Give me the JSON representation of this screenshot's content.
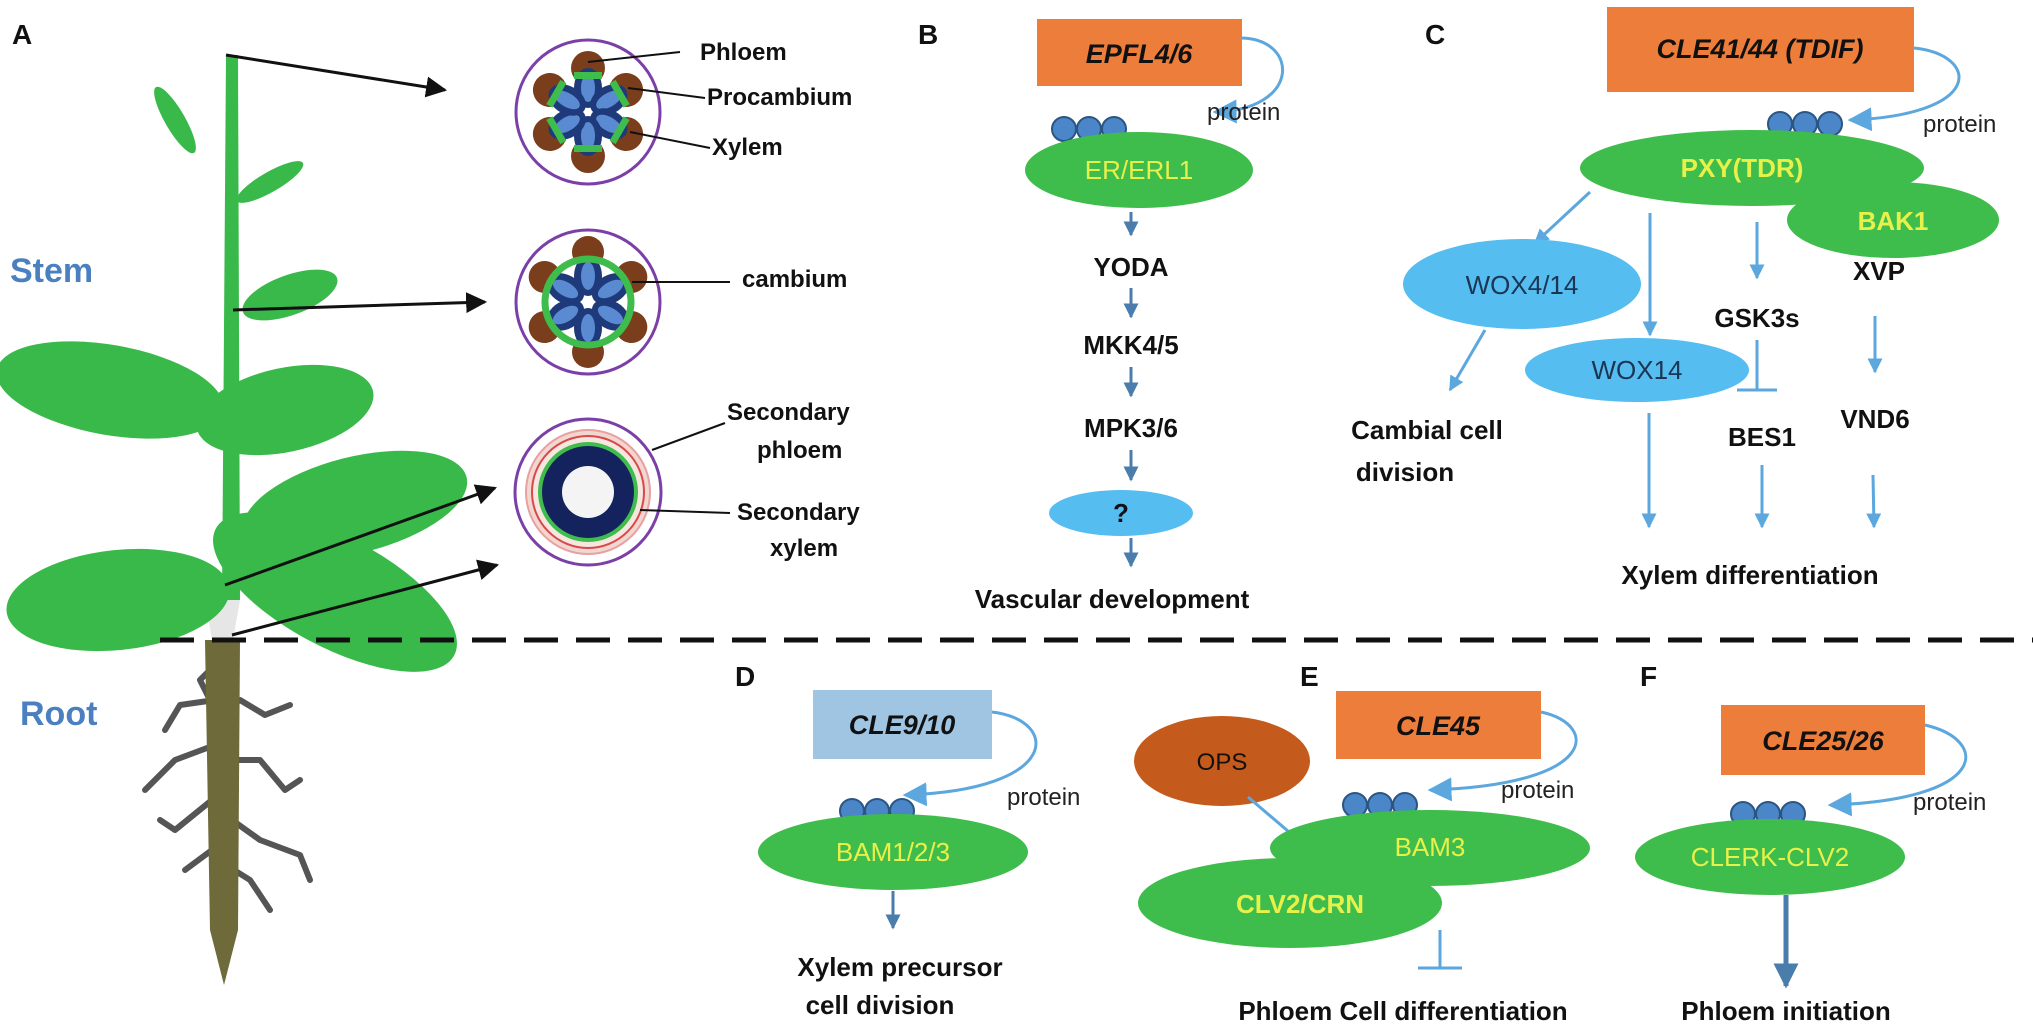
{
  "panels": {
    "a": "A",
    "b": "B",
    "c": "C",
    "d": "D",
    "e": "E",
    "f": "F"
  },
  "regions": {
    "stem": "Stem",
    "root": "Root"
  },
  "panel_a": {
    "phloem": "Phloem",
    "procambium": "Procambium",
    "xylem": "Xylem",
    "cambium": "cambium",
    "sec_phloem_1": "Secondary",
    "sec_phloem_2": "phloem",
    "sec_xylem_1": "Secondary",
    "sec_xylem_2": "xylem"
  },
  "panel_b": {
    "gene": "EPFL4/6",
    "protein": "protein",
    "receptor": "ER/ERL1",
    "step1": "YODA",
    "step2": "MKK4/5",
    "step3": "MPK3/6",
    "unknown": "?",
    "outcome": "Vascular development"
  },
  "panel_c": {
    "gene": "CLE41/44 (TDIF)",
    "protein": "protein",
    "receptor": "PXY(TDR)",
    "coreceptor": "BAK1",
    "wox4": "WOX4/14",
    "wox14": "WOX14",
    "gsk": "GSK3s",
    "xvp": "XVP",
    "bes1": "BES1",
    "vnd6": "VND6",
    "cambial_1": "Cambial cell",
    "cambial_2": "division",
    "outcome": "Xylem differentiation"
  },
  "panel_d": {
    "gene": "CLE9/10",
    "protein": "protein",
    "receptor": "BAM1/2/3",
    "outcome_1": "Xylem precursor",
    "outcome_2": "cell division"
  },
  "panel_e": {
    "ops": "OPS",
    "gene": "CLE45",
    "protein": "protein",
    "receptor": "BAM3",
    "coreceptor": "CLV2/CRN",
    "outcome": "Phloem Cell differentiation"
  },
  "panel_f": {
    "gene": "CLE25/26",
    "protein": "protein",
    "receptor": "CLERK-CLV2",
    "outcome": "Phloem initiation"
  },
  "colors": {
    "plant_green": "#39b94a",
    "root_brown": "#6e6a3a",
    "gene_orange": "#ec7d3b",
    "gene_lightblue": "#9fc5e3",
    "receptor_green": "#3fbd4c",
    "receptor_text": "#e8f04a",
    "arrow_blue": "#4a7dab",
    "signal_blue": "#5ba7de",
    "wox_fill": "#55bdf0",
    "ops_fill": "#c55a1d",
    "bead_fill": "#4a86c8",
    "region_blue": "#4a7fc0"
  }
}
